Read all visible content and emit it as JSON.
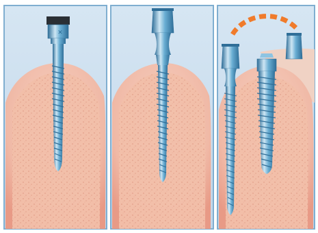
{
  "figure": {
    "panel_count": 3,
    "panels": [
      {
        "id": "panel-1",
        "content": [
          "bone-section",
          "implant-with-transfer-cap"
        ]
      },
      {
        "id": "panel-2",
        "content": [
          "bone-section",
          "one-piece-implant"
        ]
      },
      {
        "id": "panel-3",
        "content": [
          "bone-section",
          "implant-body",
          "separate-abutment",
          "removed-cap",
          "dashed-arc-arrow"
        ]
      }
    ]
  },
  "colors": {
    "background": "#c8dcec",
    "panel_border": "#7faed0",
    "gum_light": "#f3c3b3",
    "gum_dark": "#e89a86",
    "bone": "#f2bfa9",
    "bone_speckle": "#d98f7a",
    "metal_light": "#cde6f4",
    "metal_mid": "#6aaed3",
    "metal_dark": "#2f6e98",
    "cap_dark": "#2a2f34",
    "arrow": "#f07b2b"
  }
}
